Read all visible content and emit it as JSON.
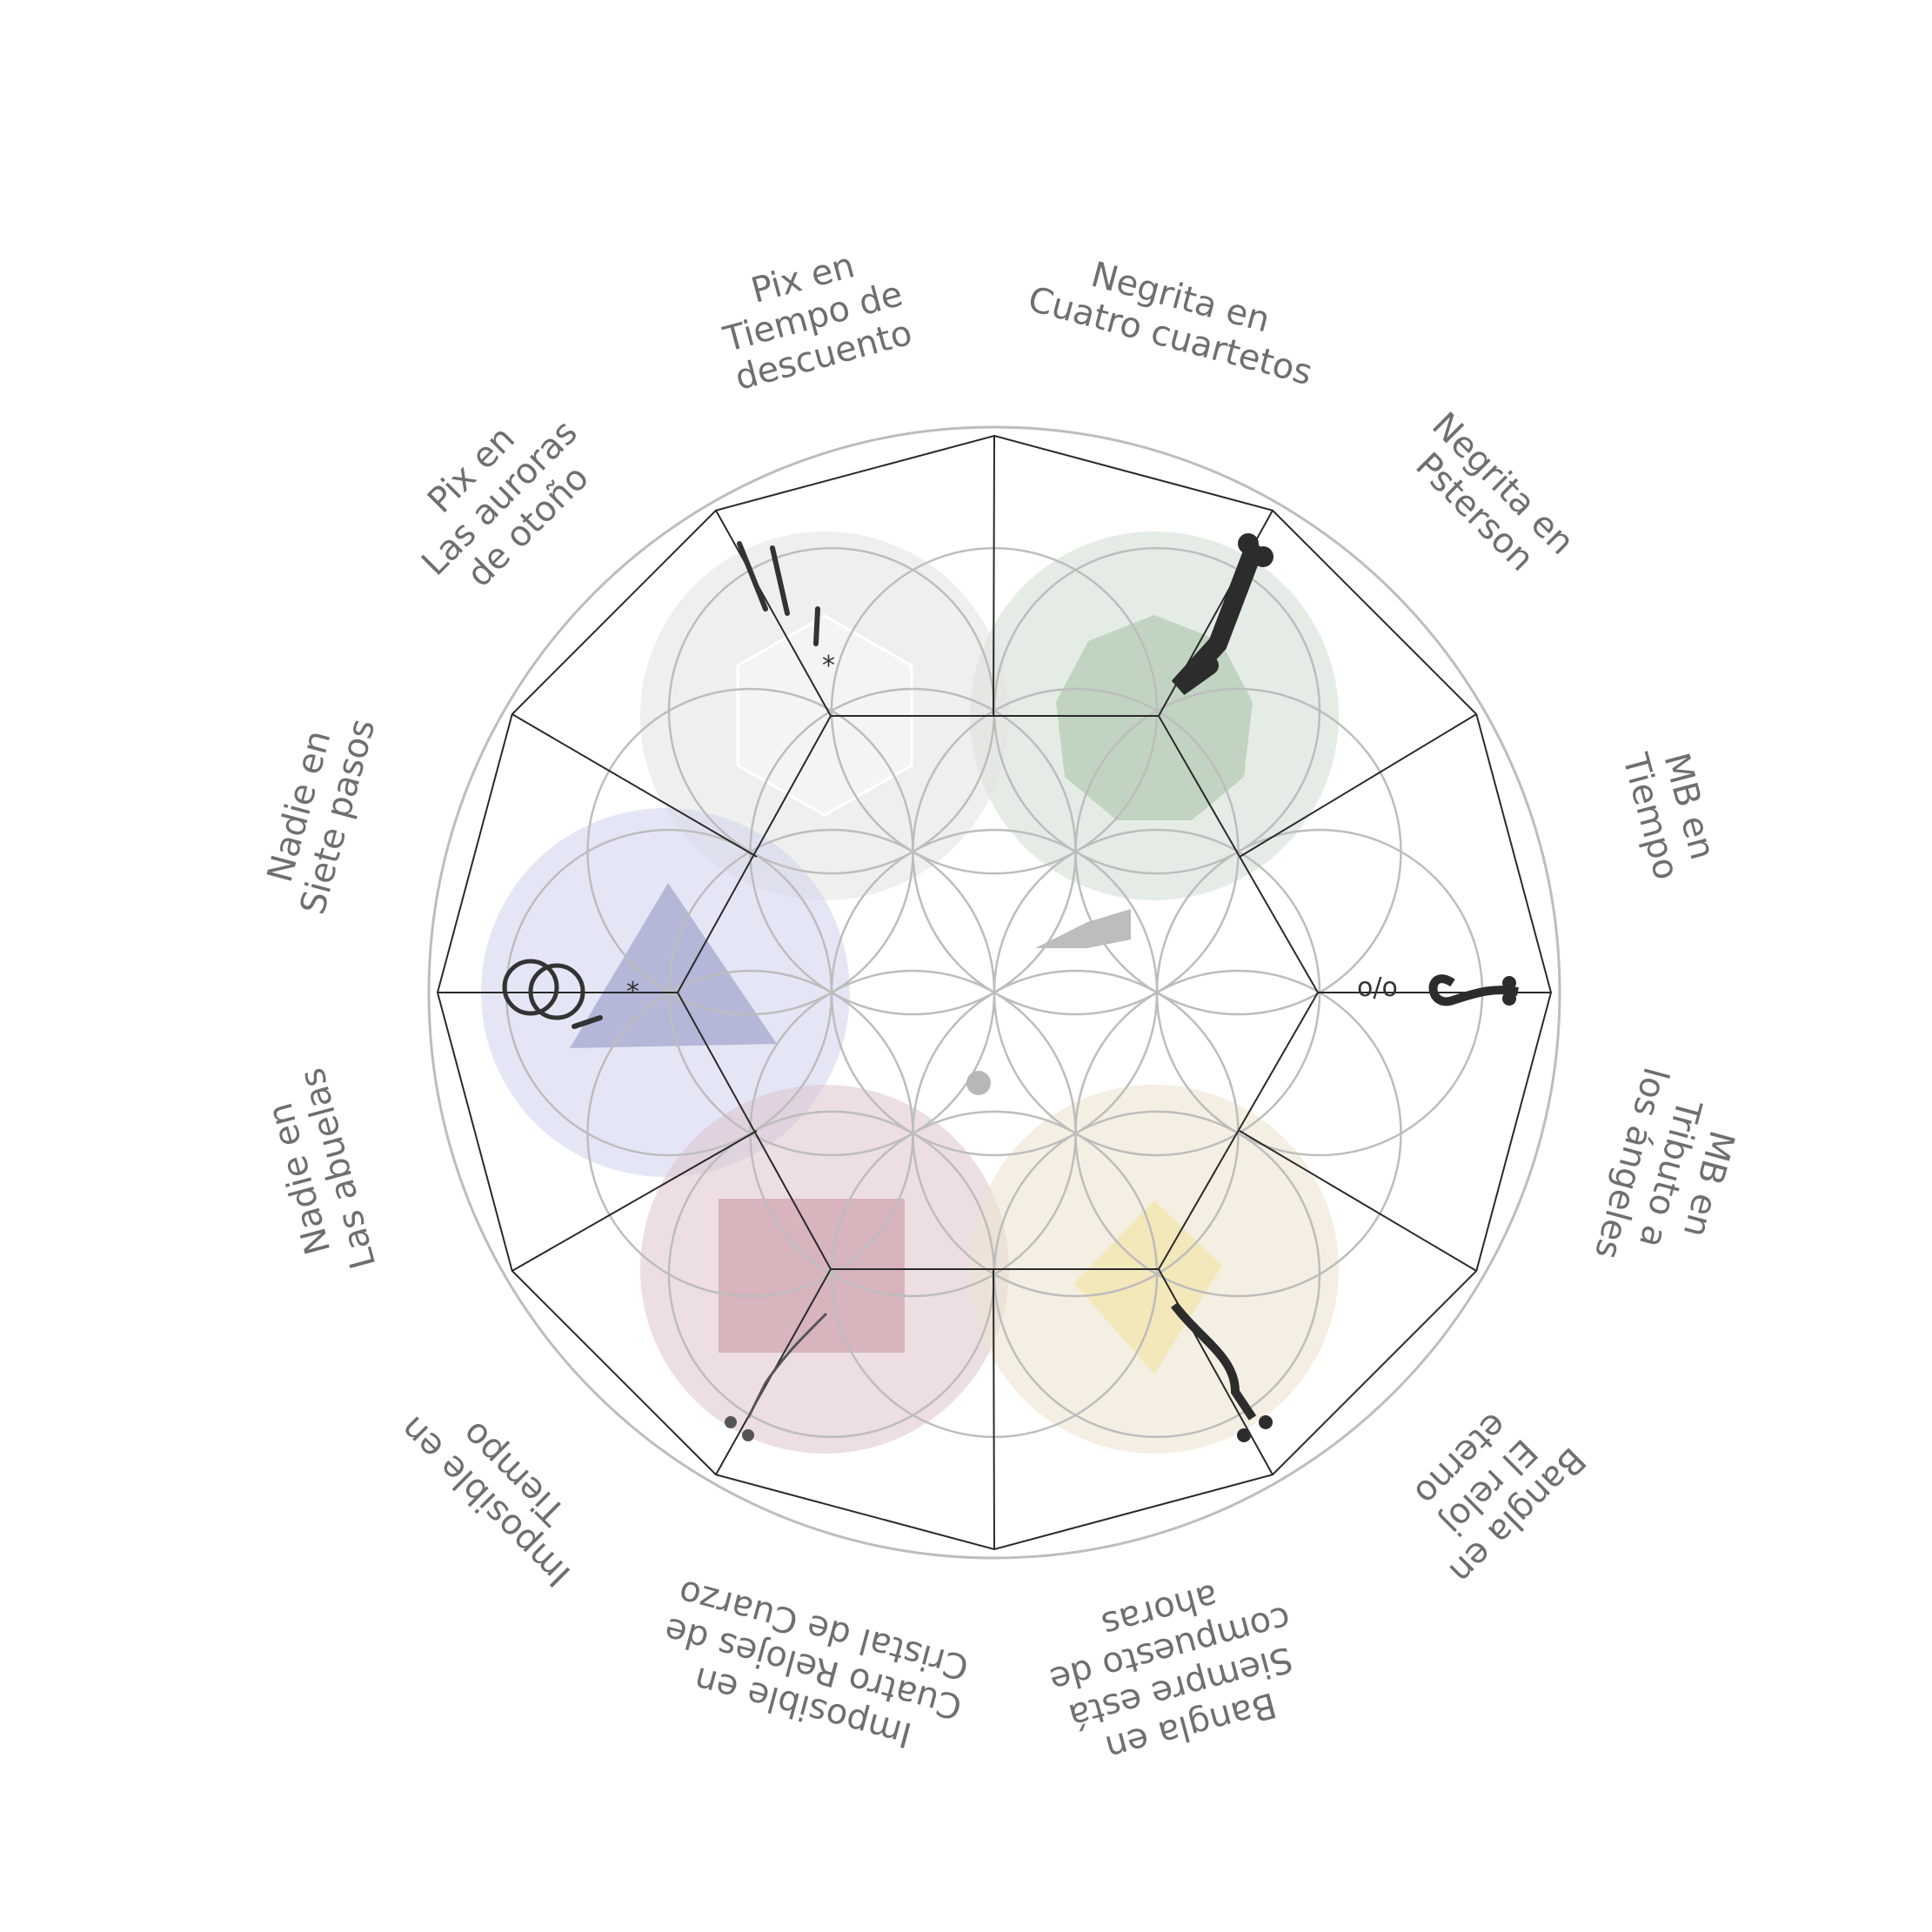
{
  "diagram": {
    "labels": [
      {
        "id": "top-right",
        "lines": [
          "Negrita en",
          "Cuatro cuartetos"
        ]
      },
      {
        "id": "right-upper-1",
        "lines": [
          "Negrita en",
          "Psterson"
        ]
      },
      {
        "id": "right-upper-2",
        "lines": [
          "MB en",
          "Tiempo"
        ]
      },
      {
        "id": "right-lower-1",
        "lines": [
          "MB en",
          "Tributo a",
          "los ángeles"
        ]
      },
      {
        "id": "right-lower-2",
        "lines": [
          "Bangla en",
          "El reloj",
          "eterno"
        ]
      },
      {
        "id": "bottom-right",
        "lines": [
          "Bangla en",
          "Siempre está",
          "compuesto de",
          "ahoras"
        ]
      },
      {
        "id": "bottom-left",
        "lines": [
          "Imposible en",
          "Cuatro Relojes de",
          "Cristal de Cuarzo"
        ]
      },
      {
        "id": "left-lower-2",
        "lines": [
          "Imposible en",
          "Tiempo"
        ]
      },
      {
        "id": "left-lower-1",
        "lines": [
          "Nadie en",
          "Las abuelas"
        ]
      },
      {
        "id": "left-upper-1",
        "lines": [
          "Nadie en",
          "Siete pasos"
        ]
      },
      {
        "id": "left-upper-2",
        "lines": [
          "Pix en",
          "Las auroras",
          "de otoño"
        ]
      },
      {
        "id": "top-left",
        "lines": [
          "Pix en",
          "Tiempo de",
          "descuento"
        ]
      }
    ],
    "groups": [
      {
        "name": "green-dodecahedron-group",
        "color": "#cfe1d2",
        "shape": "dodecahedron",
        "instrument": "cello"
      },
      {
        "name": "yellow-octahedron-group",
        "color": "#efe6bf",
        "shape": "octahedron",
        "instrument": "violin"
      },
      {
        "name": "red-cube-group",
        "color": "#e8cfd5",
        "shape": "cube",
        "instrument": "violin"
      },
      {
        "name": "blue-tetrahedron-group",
        "color": "#d4d6ee",
        "shape": "tetrahedron",
        "instrument": "piano"
      },
      {
        "name": "grey-icosahedron-group",
        "color": "#ececea",
        "shape": "icosahedron",
        "instrument": "viola"
      }
    ]
  }
}
